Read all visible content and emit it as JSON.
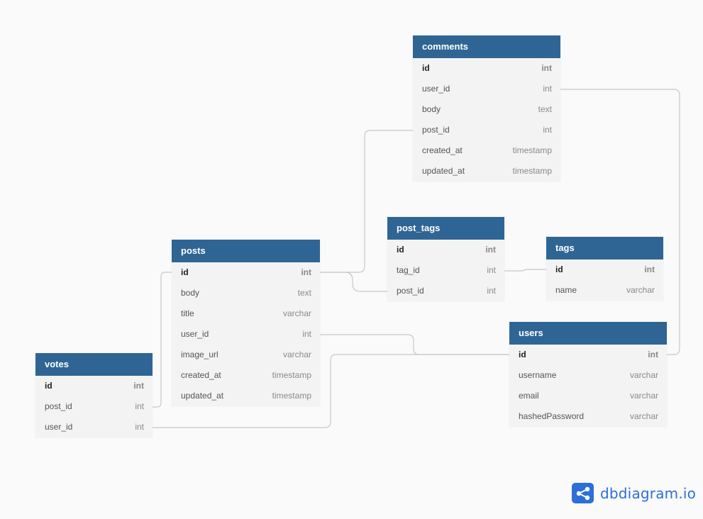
{
  "tables": {
    "comments": {
      "name": "comments",
      "fields": [
        {
          "name": "id",
          "type": "int"
        },
        {
          "name": "user_id",
          "type": "int"
        },
        {
          "name": "body",
          "type": "text"
        },
        {
          "name": "post_id",
          "type": "int"
        },
        {
          "name": "created_at",
          "type": "timestamp"
        },
        {
          "name": "updated_at",
          "type": "timestamp"
        }
      ]
    },
    "post_tags": {
      "name": "post_tags",
      "fields": [
        {
          "name": "id",
          "type": "int"
        },
        {
          "name": "tag_id",
          "type": "int"
        },
        {
          "name": "post_id",
          "type": "int"
        }
      ]
    },
    "tags": {
      "name": "tags",
      "fields": [
        {
          "name": "id",
          "type": "int"
        },
        {
          "name": "name",
          "type": "varchar"
        }
      ]
    },
    "posts": {
      "name": "posts",
      "fields": [
        {
          "name": "id",
          "type": "int"
        },
        {
          "name": "body",
          "type": "text"
        },
        {
          "name": "title",
          "type": "varchar"
        },
        {
          "name": "user_id",
          "type": "int"
        },
        {
          "name": "image_url",
          "type": "varchar"
        },
        {
          "name": "created_at",
          "type": "timestamp"
        },
        {
          "name": "updated_at",
          "type": "timestamp"
        }
      ]
    },
    "users": {
      "name": "users",
      "fields": [
        {
          "name": "id",
          "type": "int"
        },
        {
          "name": "username",
          "type": "varchar"
        },
        {
          "name": "email",
          "type": "varchar"
        },
        {
          "name": "hashedPassword",
          "type": "varchar"
        }
      ]
    },
    "votes": {
      "name": "votes",
      "fields": [
        {
          "name": "id",
          "type": "int"
        },
        {
          "name": "post_id",
          "type": "int"
        },
        {
          "name": "user_id",
          "type": "int"
        }
      ]
    }
  },
  "brand": {
    "text": "dbdiagram.io",
    "color": "#2c6fd6"
  },
  "colors": {
    "header": "#2f6594",
    "connector": "#c8c8c8"
  }
}
